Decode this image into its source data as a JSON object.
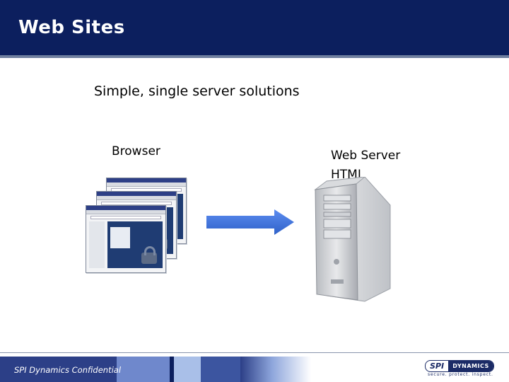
{
  "slide": {
    "title": "Web Sites",
    "subtitle": "Simple, single server solutions",
    "browser_label": "Browser",
    "server_label_line1": "Web Server",
    "server_label_line2": "HTML",
    "footer_text": "SPI Dynamics Confidential"
  },
  "logo": {
    "spi": "SPI",
    "dynamics": "DYNAMICS",
    "tagline": "secure. protect. inspect."
  },
  "colors": {
    "header": "#0c1f5e",
    "arrow": "#3b6fd8",
    "footer_band": "#2c3f87"
  },
  "icons": [
    "browser-window-icon",
    "arrow-right-icon",
    "server-tower-icon",
    "spi-dynamics-logo"
  ]
}
